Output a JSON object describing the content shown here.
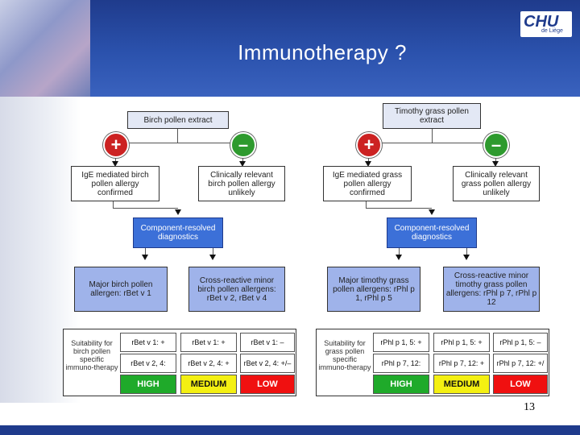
{
  "title": "Immunotherapy ?",
  "page_number": "13",
  "logo": {
    "text": "CHU",
    "subtext": "de Liège"
  },
  "birch": {
    "extract": "Birch pollen extract",
    "plus_sign": "+",
    "minus_sign": "–",
    "positive": "IgE mediated birch pollen allergy confirmed",
    "negative": "Clinically relevant birch pollen allergy unlikely",
    "crd": "Component-resolved diagnostics",
    "major": "Major birch pollen allergen: rBet v 1",
    "minor": "Cross-reactive minor birch pollen allergens: rBet v 2, rBet v 4",
    "suitability": "Suitability for birch pollen specific immuno-therapy",
    "row1": [
      "rBet v 1: +",
      "rBet v 1: +",
      "rBet v 1: –"
    ],
    "row2": [
      "rBet v 2, 4:",
      "rBet v 2, 4: +",
      "rBet v 2, 4: +/–"
    ],
    "levels": [
      "HIGH",
      "MEDIUM",
      "LOW"
    ]
  },
  "timothy": {
    "extract": "Timothy grass pollen extract",
    "plus_sign": "+",
    "minus_sign": "–",
    "positive": "IgE mediated grass pollen allergy confirmed",
    "negative": "Clinically relevant grass pollen allergy unlikely",
    "crd": "Component-resolved diagnostics",
    "major": "Major timothy grass pollen allergens: rPhl p 1, rPhl p 5",
    "minor": "Cross-reactive minor timothy grass pollen allergens: rPhl p 7, rPhl p 12",
    "suitability": "Suitability for grass pollen specific immuno-therapy",
    "row1": [
      "rPhl p 1, 5: +",
      "rPhl p 1, 5: +",
      "rPhl p 1, 5: –"
    ],
    "row2": [
      "rPhl p 7, 12:",
      "rPhl p 7, 12: +",
      "rPhl p 7, 12: +/"
    ],
    "levels": [
      "HIGH",
      "MEDIUM",
      "LOW"
    ]
  }
}
